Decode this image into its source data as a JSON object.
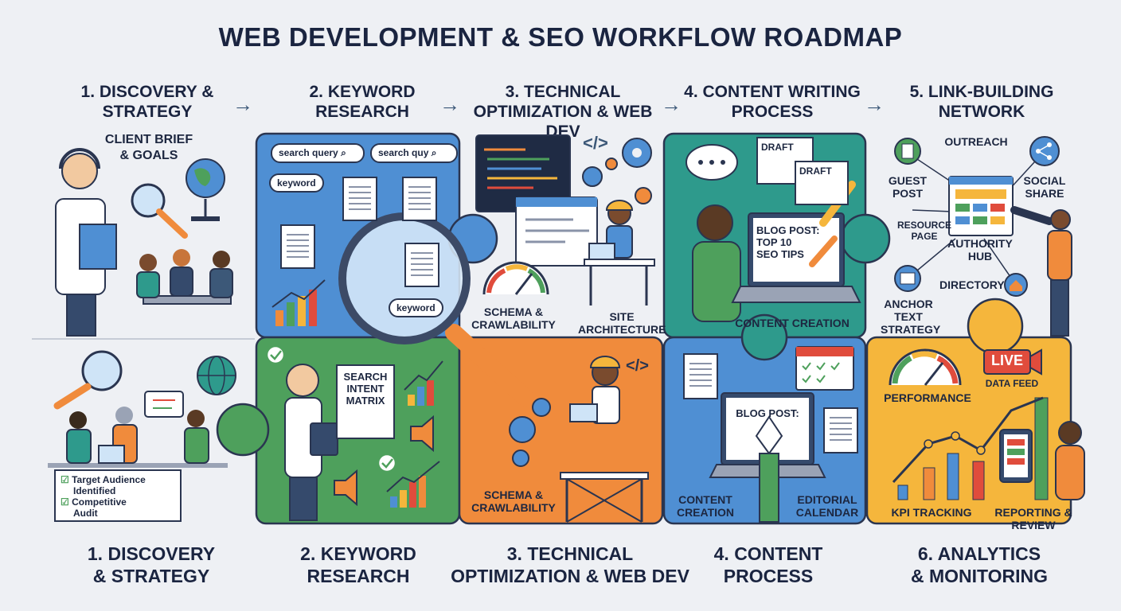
{
  "title": "WEB DEVELOPMENT & SEO WORKFLOW ROADMAP",
  "top_steps": [
    {
      "line1": "1. DISCOVERY &",
      "line2": "STRATEGY"
    },
    {
      "line1": "2. KEYWORD",
      "line2": "RESEARCH"
    },
    {
      "line1": "3. TECHNICAL",
      "line2": "OPTIMIZATION & WEB DEV"
    },
    {
      "line1": "4. CONTENT WRITING",
      "line2": "PROCESS"
    },
    {
      "line1": "5. LINK-BUILDING",
      "line2": "NETWORK"
    }
  ],
  "bottom_steps": [
    {
      "line1": "1. DISCOVERY",
      "line2": "& STRATEGY"
    },
    {
      "line1": "2. KEYWORD",
      "line2": "RESEARCH"
    },
    {
      "line1": "3. TECHNICAL",
      "line2": "OPTIMIZATION & WEB DEV"
    },
    {
      "line1": "4. CONTENT",
      "line2": "PROCESS"
    },
    {
      "line1": "6. ANALYTICS",
      "line2": "& MONITORING"
    }
  ],
  "arrow_glyph": "→",
  "discovery": {
    "brief_line1": "CLIENT BRIEF",
    "brief_line2": "& GOALS",
    "check1_line1": "Target Audience",
    "check1_line2": "Identified",
    "check2_line1": "Competitive",
    "check2_line2": "Audit",
    "check_glyph": "☑"
  },
  "keyword": {
    "search1": "search query",
    "search2": "search quy",
    "chip": "keyword",
    "lens_chip": "keyword",
    "matrix_line1": "SEARCH",
    "matrix_line2": "INTENT",
    "matrix_line3": "MATRIX"
  },
  "technical": {
    "code_tag": "</>",
    "code_tag2": "</>",
    "schema_top_line1": "SCHEMA &",
    "schema_top_line2": "CRAWLABILITY",
    "site_line1": "SITE",
    "site_line2": "ARCHITECTURE",
    "schema_bottom_line1": "SCHEMA &",
    "schema_bottom_line2": "CRAWLABILITY"
  },
  "content": {
    "draft1": "DRAFT",
    "draft2": "DRAFT",
    "blog_line1": "BLOG POST:",
    "blog_line2": "TOP 10",
    "blog_line3": "SEO TIPS",
    "content_creation_top": "CONTENT CREATION",
    "blog_post_bottom": "BLOG POST:",
    "cc_line1": "CONTENT",
    "cc_line2": "CREATION",
    "ed_line1": "EDITORIAL",
    "ed_line2": "CALENDAR"
  },
  "links": {
    "outreach": "OUTREACH",
    "guest_line1": "GUEST",
    "guest_line2": "POST",
    "social_line1": "SOCIAL",
    "social_line2": "SHARE",
    "resource_line1": "RESOURCE",
    "resource_line2": "PAGE",
    "authority_line1": "AUTHORITY",
    "authority_line2": "HUB",
    "directory": "DIRECTORY",
    "anchor_line1": "ANCHOR",
    "anchor_line2": "TEXT",
    "anchor_line3": "STRATEGY"
  },
  "analytics": {
    "performance": "PERFORMANCE",
    "live": "LIVE",
    "data_feed": "DATA FEED",
    "kpi": "KPI TRACKING",
    "reporting": "REPORTING & REVIEW"
  },
  "colors": {
    "blue": "#4f8fd3",
    "green": "#4ea05c",
    "orange": "#f08b3c",
    "teal": "#2e9a8c",
    "yellow": "#f5b63c",
    "outline": "#2a3550"
  },
  "icons": [
    "headset-icon",
    "magnifier-icon",
    "globe-icon",
    "meeting-icon",
    "gear-icon",
    "code-icon",
    "speedometer-icon",
    "pencil-icon",
    "laptop-icon",
    "calendar-icon",
    "pen-nib-icon",
    "telescope-icon",
    "share-icon",
    "bar-chart-icon",
    "tablet-icon",
    "thought-bubble-icon"
  ]
}
